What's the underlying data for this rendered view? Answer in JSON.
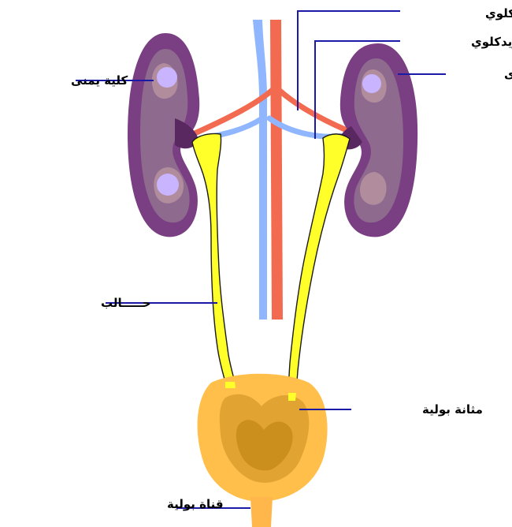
{
  "labels": {
    "renal_artery": "شريان كلوي",
    "renal_vein": "وريدكلوي",
    "left_kidney": "كلية يسرى",
    "right_kidney": "كلية يمنى",
    "ureter": "حـــــالب",
    "urinary_bladder": "مثانة بولية",
    "urethra": "قناة بولية"
  },
  "colors": {
    "leader_line": "#1a1aa6",
    "kidney_outer": "#7a3f82",
    "kidney_mid": "#8f6a8f",
    "kidney_inner": "#b08c9c",
    "kidney_spot": "#c9b4ff",
    "artery": "#f26a4f",
    "vein": "#8fb6ff",
    "ureter": "#ffff2a",
    "bladder_outer": "#ffbf4a",
    "bladder_inner": "#d79a2a",
    "bladder_core": "#c58a1a",
    "urethra": "#ffb64a"
  }
}
